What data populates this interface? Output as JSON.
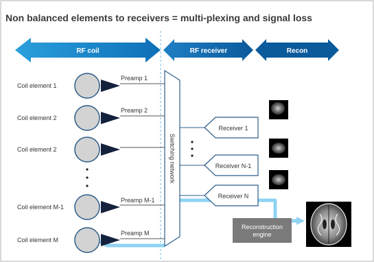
{
  "title": "Non balanced elements to receivers = multi-plexing and signal loss",
  "headers": {
    "rf_coil": "RF coil",
    "rf_receiver": "RF receiver",
    "recon": "Recon"
  },
  "coil_elements": [
    "Coil element 1",
    "Coil element 2",
    "Coil element 2",
    "Coil element M-1",
    "Coil element M"
  ],
  "preamps": [
    "Preamp 1",
    "Preamp 2",
    "Preamp M-1",
    "Preamp M"
  ],
  "switching_network": "Switching network",
  "receivers": [
    "Receiver 1",
    "Receiver N-1",
    "Receiver N"
  ],
  "reconstruction_engine": "Reconstruction engine",
  "colors": {
    "arrow_light": "#47b5e8",
    "arrow_dark": "#0a5a9c",
    "signal_path": "#8fd3f2",
    "recon_box": "#7a7a7a",
    "coil_fill": "#d3d3d3"
  }
}
